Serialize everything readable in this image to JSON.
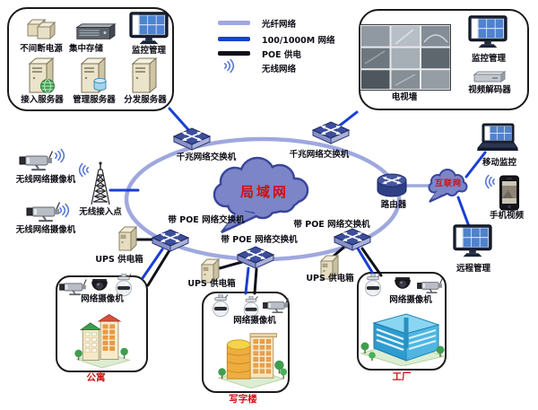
{
  "colors": {
    "fiber_line": "#9fa8de",
    "network_line": "#1a3fd4",
    "poe_line": "#10101a",
    "wireless_wave": "#5a7ad4",
    "cloud_fill": "#7b85c8",
    "cloud_stroke": "#39459a",
    "red_label": "#cc1111"
  },
  "legend": {
    "items": [
      {
        "label": "光纤网络",
        "type": "fiber-line"
      },
      {
        "label": "100/1000M 网络",
        "type": "network-line"
      },
      {
        "label": "POE 供电",
        "type": "poe-line"
      },
      {
        "label": "无线网络",
        "type": "wireless-wave"
      }
    ]
  },
  "server_room": {
    "ups": "不间断电源",
    "storage": "集中存储",
    "monitor": "监控管理",
    "access_server": "接入服务器",
    "mgmt_server": "管理服务器",
    "dist_server": "分发服务器"
  },
  "control_room": {
    "tv_wall": "电视墙",
    "monitor": "监控管理",
    "decoder": "视频解码器"
  },
  "lan": {
    "cloud": "局域网",
    "gig_switch_left": "千兆网络交换机",
    "gig_switch_right": "千兆网络交换机",
    "poe_switch_left": "带 POE 网络交换机",
    "poe_switch_mid": "带 POE 网络交换机",
    "poe_switch_right": "带 POE 网络交换机",
    "router": "路由器"
  },
  "internet": {
    "cloud": "互联网",
    "mobile": "移动监控",
    "phone": "手机视频",
    "remote": "远程管理"
  },
  "wireless": {
    "cam_top": "无线网络摄像机",
    "cam_bottom": "无线网络摄像机",
    "ap": "无线接入点"
  },
  "ups_boxes": {
    "left": "UPS 供电箱",
    "mid": "UPS 供电箱",
    "right": "UPS 供电箱"
  },
  "sites": {
    "apartment": {
      "cams": "网络摄像机",
      "name": "公寓"
    },
    "office": {
      "cams": "网络摄像机",
      "name": "写字楼"
    },
    "factory": {
      "cams": "网络摄像机",
      "name": "工厂"
    }
  }
}
